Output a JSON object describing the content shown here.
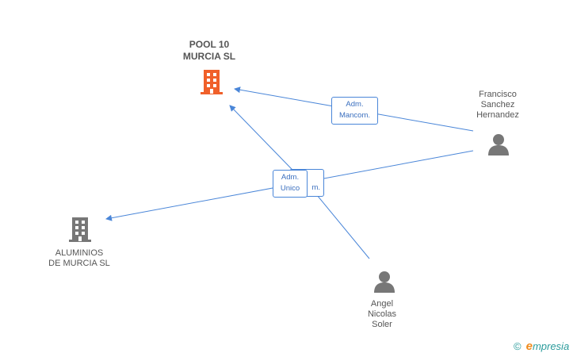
{
  "nodes": {
    "pool10": {
      "name_line1": "POOL 10",
      "name_line2": "MURCIA SL",
      "color": "#f0602a"
    },
    "aluminios": {
      "name_line1": "ALUMINIOS",
      "name_line2": "DE MURCIA SL",
      "color": "#777777"
    },
    "francisco": {
      "line1": "Francisco",
      "line2": "Sanchez",
      "line3": "Hernandez",
      "color": "#777777"
    },
    "angel": {
      "line1": "Angel",
      "line2": "Nicolas",
      "line3": "Soler",
      "color": "#777777"
    }
  },
  "relations": {
    "francisco_pool10": {
      "line1": "Adm.",
      "line2": "Mancom."
    },
    "hidden_back": {
      "text": "m."
    },
    "front": {
      "line1": "Adm.",
      "line2": "Unico"
    }
  },
  "edge_color": "#4a86d8",
  "brand": {
    "copyright": "©",
    "e": "e",
    "rest": "mpresia"
  }
}
